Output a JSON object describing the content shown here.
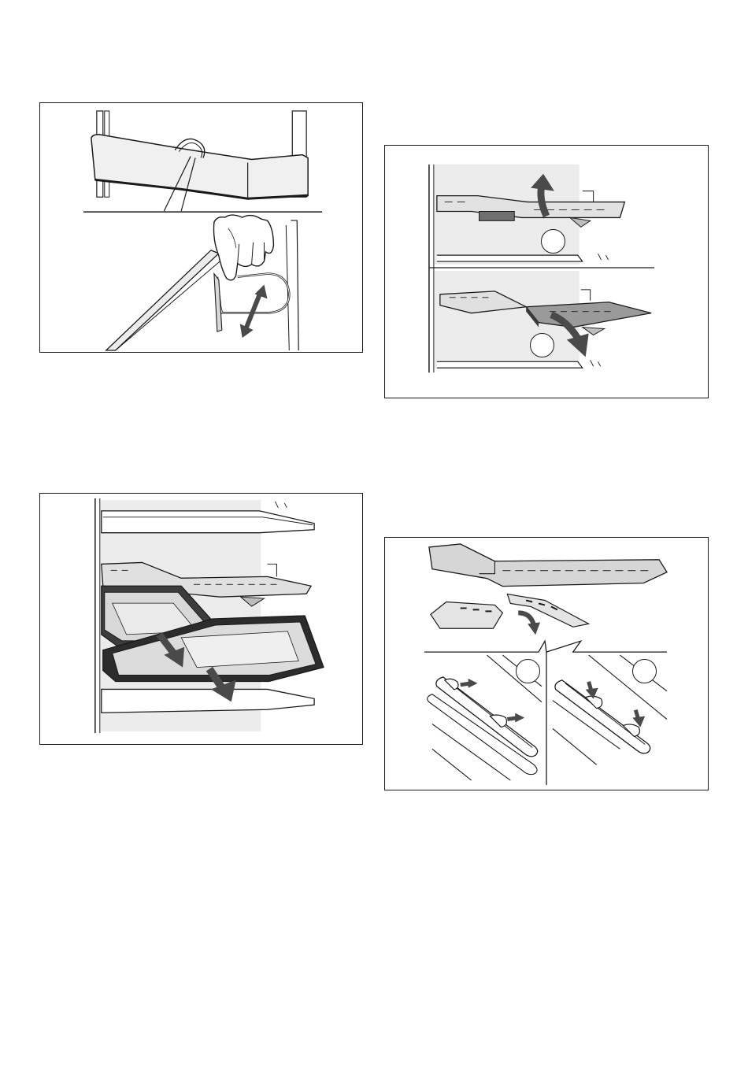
{
  "figures": [
    {
      "id": "fig1",
      "subject": "door-bar-handle-adjustment",
      "callouts": []
    },
    {
      "id": "fig2",
      "subject": "shelf-lift-and-lower",
      "callouts": [
        "",
        ""
      ]
    },
    {
      "id": "fig3",
      "subject": "pan-removal-from-shelves",
      "callouts": []
    },
    {
      "id": "fig4",
      "subject": "shelf-clip-fitting",
      "callouts": [
        "",
        ""
      ]
    }
  ],
  "colors": {
    "line": "#1a1a1a",
    "fill_light": "#eeeeee",
    "fill_mid": "#cfcfcf",
    "fill_dark": "#6f6f6f",
    "arrow": "#4a4a4a"
  },
  "icons": [
    "double-arrow-icon",
    "curved-arrow-icon",
    "down-arrow-icon"
  ]
}
